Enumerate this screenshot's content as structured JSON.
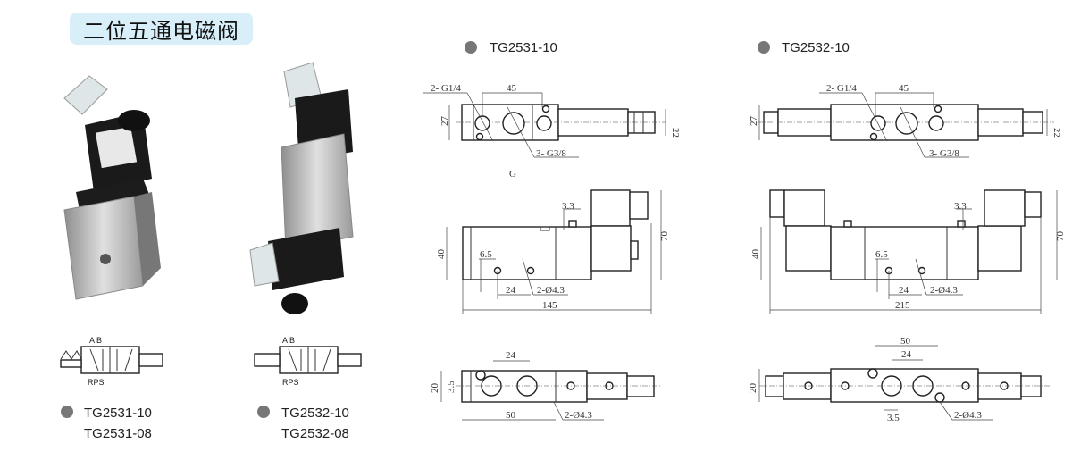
{
  "title": "二位五通电磁阀",
  "products": [
    {
      "models": [
        "TG2531-10",
        "TG2531-08"
      ],
      "symbol_ports_top": "A B",
      "symbol_ports_bottom": "RPS"
    },
    {
      "models": [
        "TG2532-10",
        "TG2532-08"
      ],
      "symbol_ports_top": "A B",
      "symbol_ports_bottom": "RPS"
    }
  ],
  "drawings": [
    {
      "model": "TG2531-10",
      "top_view": {
        "port_in": "2- G1/4",
        "pitch": "45",
        "height": "27",
        "coil": "22",
        "port_out": "3- G3/8",
        "note": "G"
      },
      "side_view": {
        "offset": "3.3",
        "height": "40",
        "total_height": "70",
        "hole_offset": "6.5",
        "hole_pitch": "24",
        "holes": "2-Ø4.3",
        "length": "145"
      },
      "bottom_view": {
        "pitch": "24",
        "width": "20",
        "small": "3.5",
        "length": "50",
        "holes": "2-Ø4.3"
      }
    },
    {
      "model": "TG2532-10",
      "top_view": {
        "port_in": "2- G1/4",
        "pitch": "45",
        "height": "27",
        "coil": "22",
        "port_out": "3- G3/8"
      },
      "side_view": {
        "offset": "3.3",
        "height": "40",
        "total_height": "70",
        "hole_offset": "6.5",
        "hole_pitch": "24",
        "holes": "2-Ø4.3",
        "length": "215"
      },
      "bottom_view": {
        "length": "50",
        "pitch": "24",
        "width": "20",
        "small": "3.5",
        "holes": "2-Ø4.3"
      }
    }
  ],
  "colors": {
    "title_bg": "#d8eef8",
    "bullet": "#777777"
  }
}
